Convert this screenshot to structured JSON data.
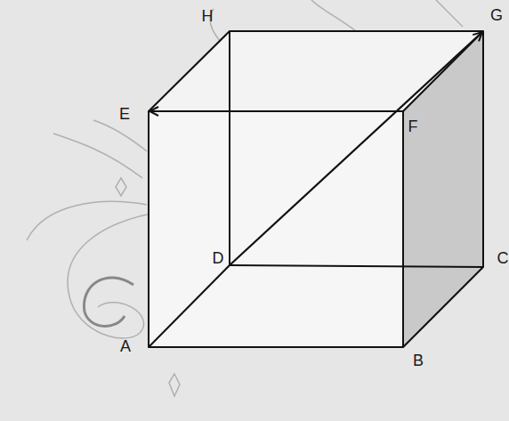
{
  "diagram": {
    "labels": [
      "H",
      "G",
      "E",
      "F",
      "D",
      "C",
      "A",
      "B"
    ]
  }
}
